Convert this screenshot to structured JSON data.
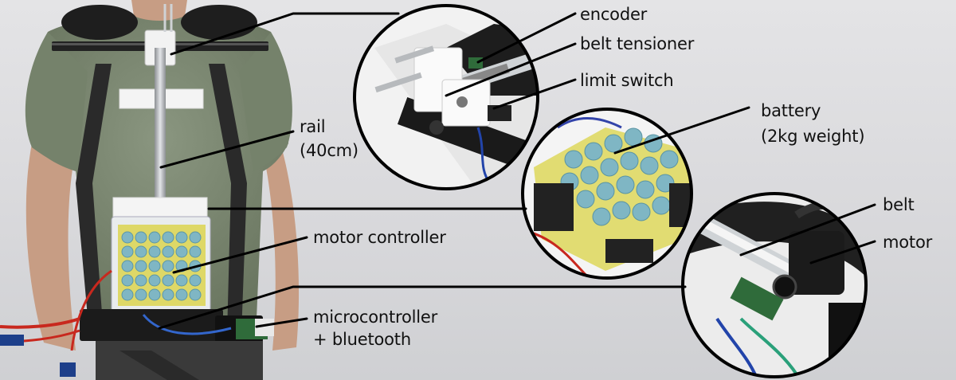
{
  "labels": {
    "encoder": "encoder",
    "belt_tensioner": "belt tensioner",
    "limit_switch": "limit switch",
    "rail": "rail",
    "rail_length": "(40cm)",
    "battery": "battery",
    "battery_weight": "(2kg weight)",
    "motor_controller": "motor controller",
    "belt": "belt",
    "motor": "motor",
    "microcontroller": "microcontroller",
    "bluetooth": "+ bluetooth"
  },
  "colors": {
    "background": "#dcdcdf",
    "shirt": "#7d8a72",
    "rail_metal": "#b9bcc0",
    "battery_cells": "#7fb6c4",
    "battery_wrap": "#d9d23a",
    "callout_line": "#000000",
    "wire_red": "#c8281e",
    "strap": "#2a2a2a"
  }
}
